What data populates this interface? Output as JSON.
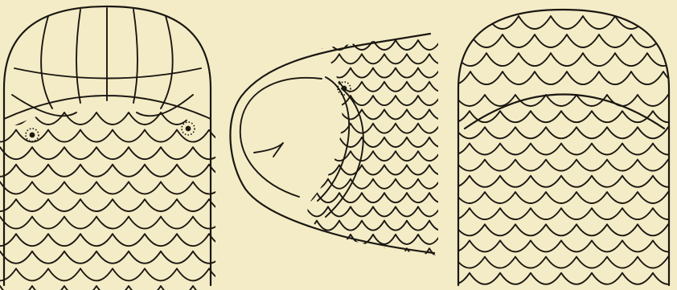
{
  "figure": {
    "background": "#f4ecc6",
    "ink": "#1a1712",
    "views": [
      {
        "name": "head-dorsal-view",
        "eyes": 2
      },
      {
        "name": "head-lateral-view",
        "eyes": 1
      },
      {
        "name": "head-ventral-view",
        "eyes": 0
      }
    ]
  }
}
